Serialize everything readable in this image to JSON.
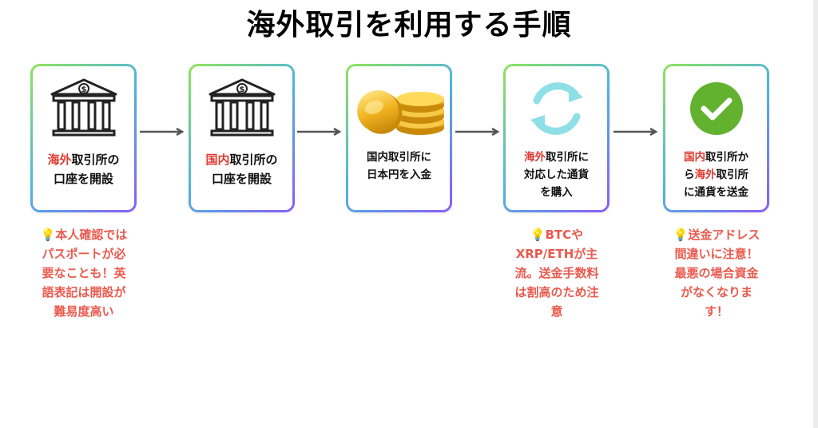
{
  "title": "海外取引を利用する手順",
  "steps": [
    {
      "icon": "bank-icon",
      "hl": "海外",
      "rest1": "取引所の",
      "line2": "口座を開設"
    },
    {
      "icon": "bank-icon",
      "hl": "国内",
      "rest1": "取引所の",
      "line2": "口座を開設"
    },
    {
      "icon": "coins-icon",
      "line1": "国内取引所に",
      "line2": "日本円を入金"
    },
    {
      "icon": "exchange-cycle-icon",
      "hl": "海外",
      "rest1": "取引所に",
      "line2": "対応した通貨",
      "line3": "を購入"
    },
    {
      "icon": "checkmark-icon",
      "hl1": "国内",
      "rest1": "取引所か",
      "pre2": "ら",
      "hl2": "海外",
      "rest2": "取引所",
      "line3": "に通貨を送金"
    }
  ],
  "notes": {
    "step1": [
      "💡本人確認では",
      "パスポートが必",
      "要なことも！英",
      "語表記は開設が",
      "難易度高い"
    ],
    "step4": [
      "💡BTCや",
      "XRP/ETHが主",
      "流。送金手数料",
      "は割高のため注",
      "意"
    ],
    "step5": [
      "💡送金アドレス",
      "間違いに注意！",
      "最悪の場合資金",
      "がなくなりま",
      "す！"
    ]
  },
  "colors": {
    "highlight": "#e0392f",
    "note_text": "#ea5a4e",
    "arrow": "#555555",
    "card_border_gradient": [
      "#8fe35a",
      "#4fb3e0",
      "#8a5cf6"
    ],
    "coin_gold": "#f1b521",
    "cycle_arrows": "#8fdfe6",
    "check_circle": "#62b22f"
  }
}
